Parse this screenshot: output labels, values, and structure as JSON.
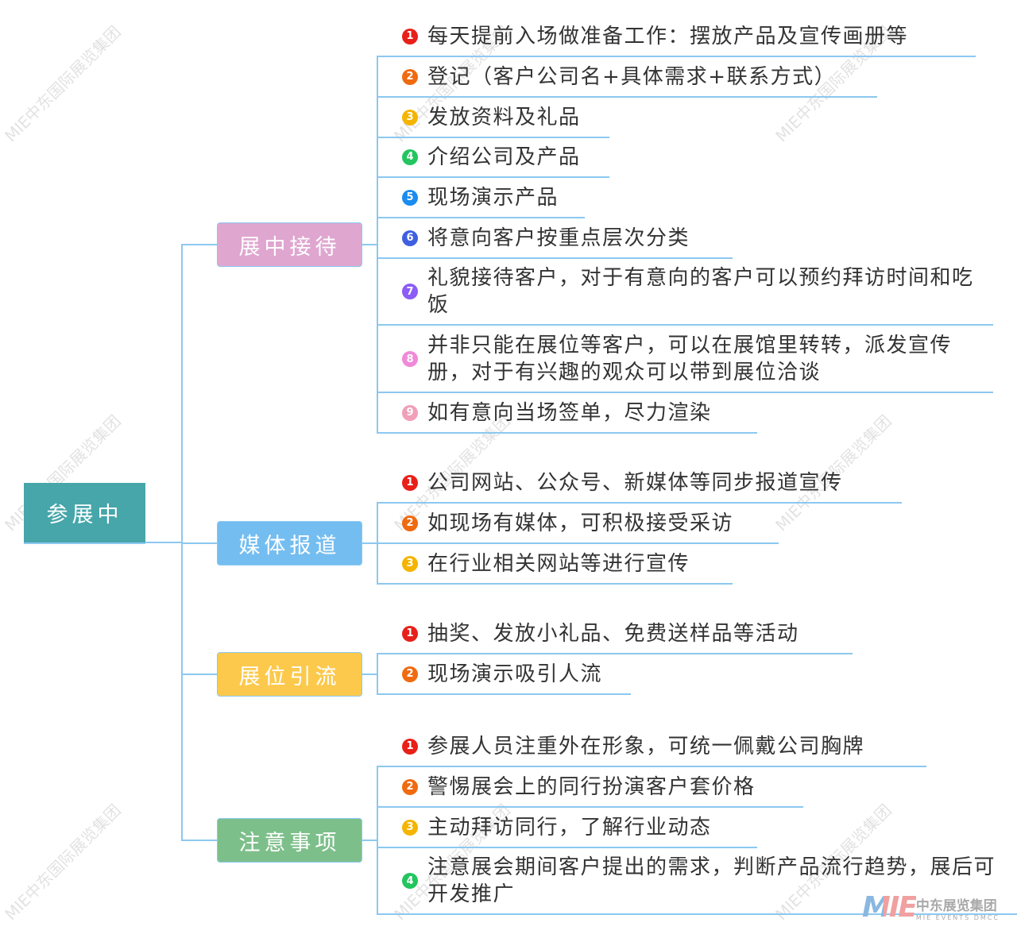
{
  "root": {
    "label": "参展中"
  },
  "branches": [
    {
      "label": "展中接待",
      "color": "#dfa6d0",
      "items": [
        "每天提前入场做准备工作：摆放产品及宣传画册等",
        "登记（客户公司名+具体需求+联系方式）",
        "发放资料及礼品",
        "介绍公司及产品",
        "现场演示产品",
        "将意向客户按重点层次分类",
        "礼貌接待客户，对于有意向的客户可以预约拜访时间和吃饭",
        "并非只能在展位等客户，可以在展馆里转转，派发宣传册，对于有兴趣的观众可以带到展位洽谈",
        "如有意向当场签单，尽力渲染"
      ]
    },
    {
      "label": "媒体报道",
      "color": "#74bdf0",
      "items": [
        "公司网站、公众号、新媒体等同步报道宣传",
        "如现场有媒体，可积极接受采访",
        "在行业相关网站等进行宣传"
      ]
    },
    {
      "label": "展位引流",
      "color": "#fcc94c",
      "items": [
        "抽奖、发放小礼品、免费送样品等活动",
        "现场演示吸引人流"
      ]
    },
    {
      "label": "注意事项",
      "color": "#7dbf8a",
      "items": [
        "参展人员注重外在形象，可统一佩戴公司胸牌",
        "警惕展会上的同行扮演客户套价格",
        "主动拜访同行，了解行业动态",
        "注意展会期间客户提出的需求，判断产品流行趋势，展后可开发推广"
      ]
    }
  ],
  "badge_colors": [
    "#e8201a",
    "#f06a10",
    "#f4b400",
    "#22c55e",
    "#1a8cf0",
    "#3f5fe0",
    "#8b5cf6",
    "#f08ad8",
    "#f0a0b8"
  ],
  "badge_numbers": [
    "1",
    "2",
    "3",
    "4",
    "5",
    "6",
    "7",
    "8",
    "9"
  ],
  "watermark": "MIE中东国际展览集团",
  "logo": {
    "mark": "MIE",
    "cn": "中东展览集团",
    "en": "MIE EVENTS DMCC"
  }
}
